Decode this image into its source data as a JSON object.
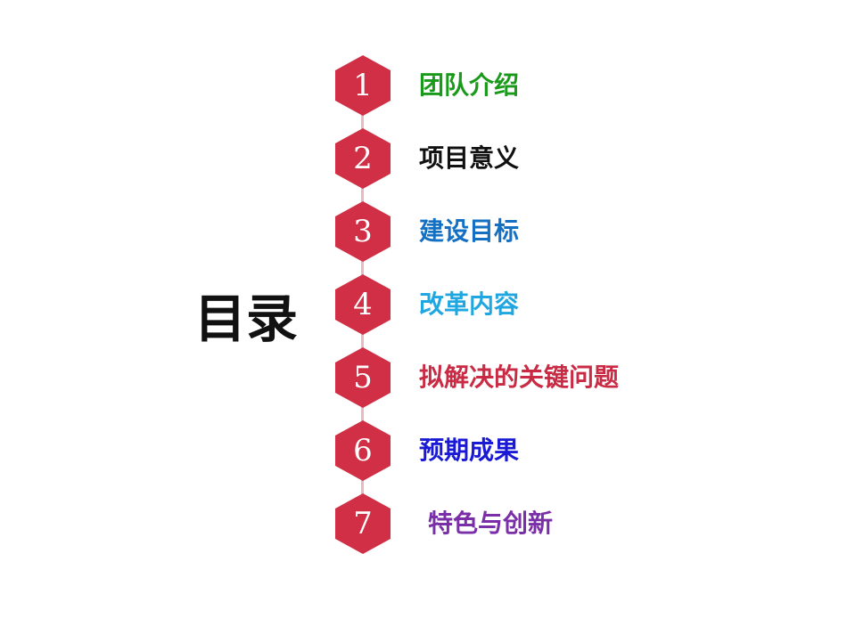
{
  "title": "目录",
  "hex_color": "#d12f45",
  "items": [
    {
      "number": "1",
      "label": "团队介绍",
      "color": "#1a9a1a"
    },
    {
      "number": "2",
      "label": "项目意义",
      "color": "#111111"
    },
    {
      "number": "3",
      "label": "建设目标",
      "color": "#1470c2"
    },
    {
      "number": "4",
      "label": "改革内容",
      "color": "#21a7e0"
    },
    {
      "number": "5",
      "label": "拟解决的关键问题",
      "color": "#c92a44"
    },
    {
      "number": "6",
      "label": "预期成果",
      "color": "#1a1ad6"
    },
    {
      "number": "7",
      "label": "特色与创新",
      "color": "#7a2fa8"
    }
  ]
}
